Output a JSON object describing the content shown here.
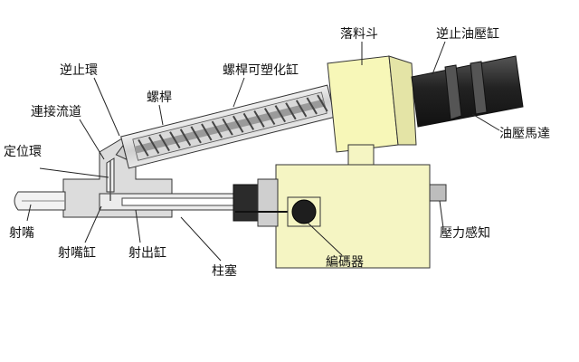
{
  "labels": {
    "hopper": "落料斗",
    "check_cylinder": "逆止油壓缸",
    "check_ring": "逆止環",
    "screw_barrel": "螺桿可塑化缸",
    "screw": "螺桿",
    "connecting_runner": "連接流道",
    "hydraulic_motor": "油壓馬達",
    "locating_ring": "定位環",
    "nozzle": "射嘴",
    "nozzle_cylinder": "射嘴缸",
    "injection_cylinder": "射出缸",
    "plunger": "柱塞",
    "encoder": "編碼器",
    "pressure_sensor": "壓力感知"
  },
  "colors": {
    "body_fill": "#f5f5c3",
    "hopper_fill": "#f7f7b8",
    "metal_light": "#d4d4d4",
    "metal_dark": "#333333",
    "barrel_fill": "#e6e6e6",
    "cylinder_dark": "#2e2e2e",
    "outline": "#333333"
  }
}
